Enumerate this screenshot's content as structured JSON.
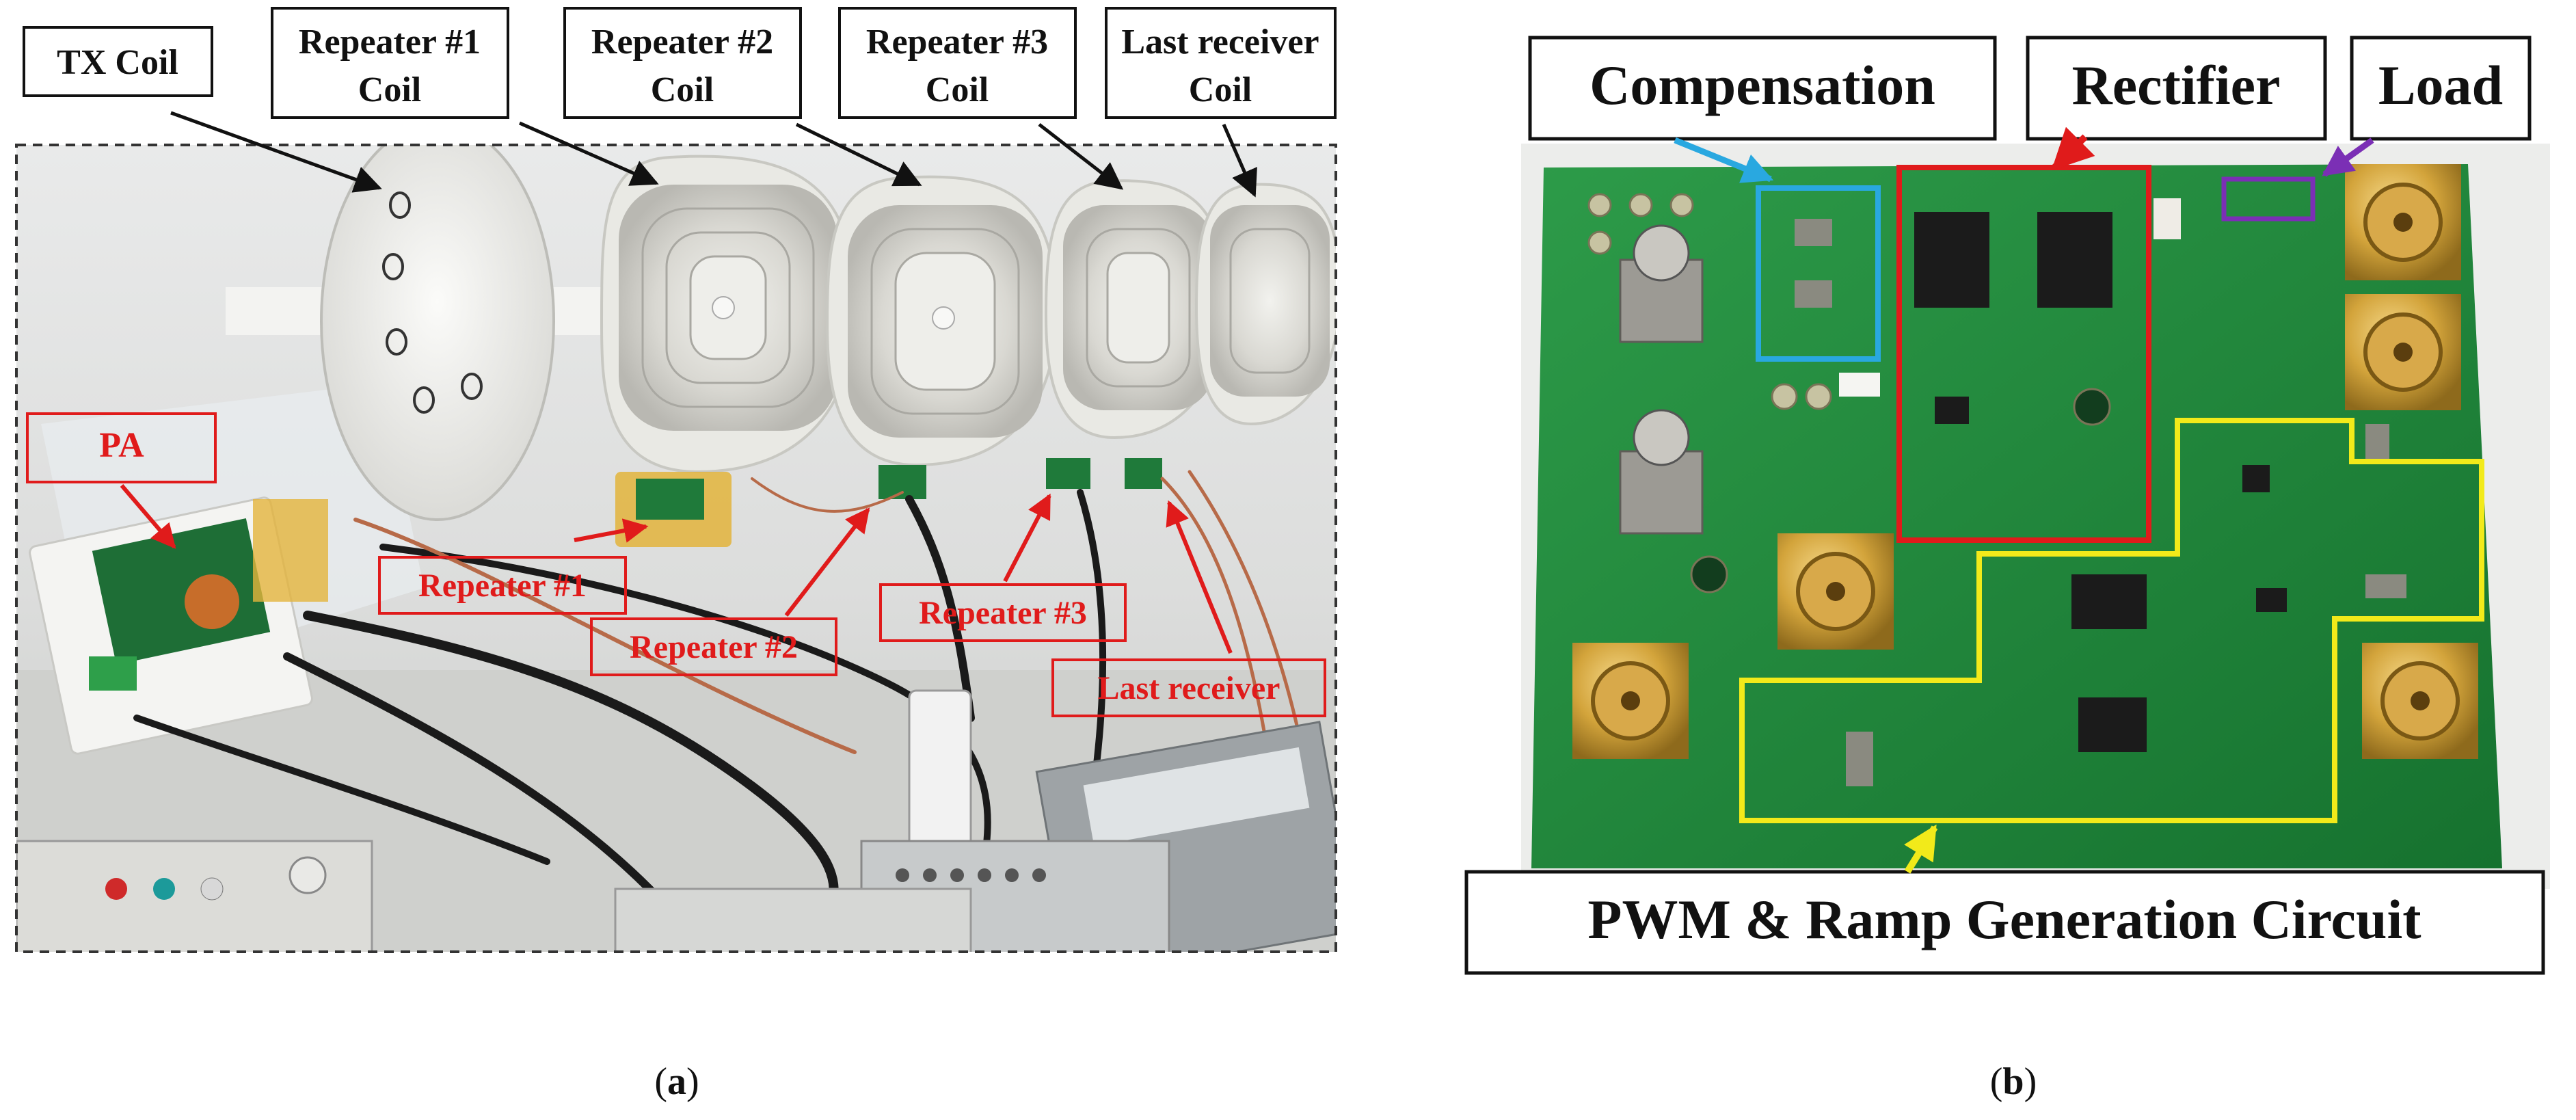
{
  "panel_a": {
    "callouts": {
      "tx_coil": "TX Coil",
      "repeater1_coil_l1": "Repeater #1",
      "repeater1_coil_l2": "Coil",
      "repeater2_coil_l1": "Repeater #2",
      "repeater2_coil_l2": "Coil",
      "repeater3_coil_l1": "Repeater #3",
      "repeater3_coil_l2": "Coil",
      "last_receiver_coil_l1": "Last receiver",
      "last_receiver_coil_l2": "Coil"
    },
    "red_labels": {
      "pa": "PA",
      "repeater1": "Repeater #1",
      "repeater2": "Repeater #2",
      "repeater3": "Repeater #3",
      "last_receiver": "Last receiver"
    },
    "caption_letter": "a"
  },
  "panel_b": {
    "callouts": {
      "compensation": "Compensation",
      "rectifier": "Rectifier",
      "load": "Load",
      "pwm": "PWM & Ramp Generation Circuit"
    },
    "highlight_colors": {
      "compensation": "#29a8e0",
      "rectifier": "#e01b1b",
      "load": "#7b2fb5",
      "pwm": "#f2ea1a"
    },
    "pcb_color": "#1f8a3a",
    "caption_letter": "b"
  }
}
